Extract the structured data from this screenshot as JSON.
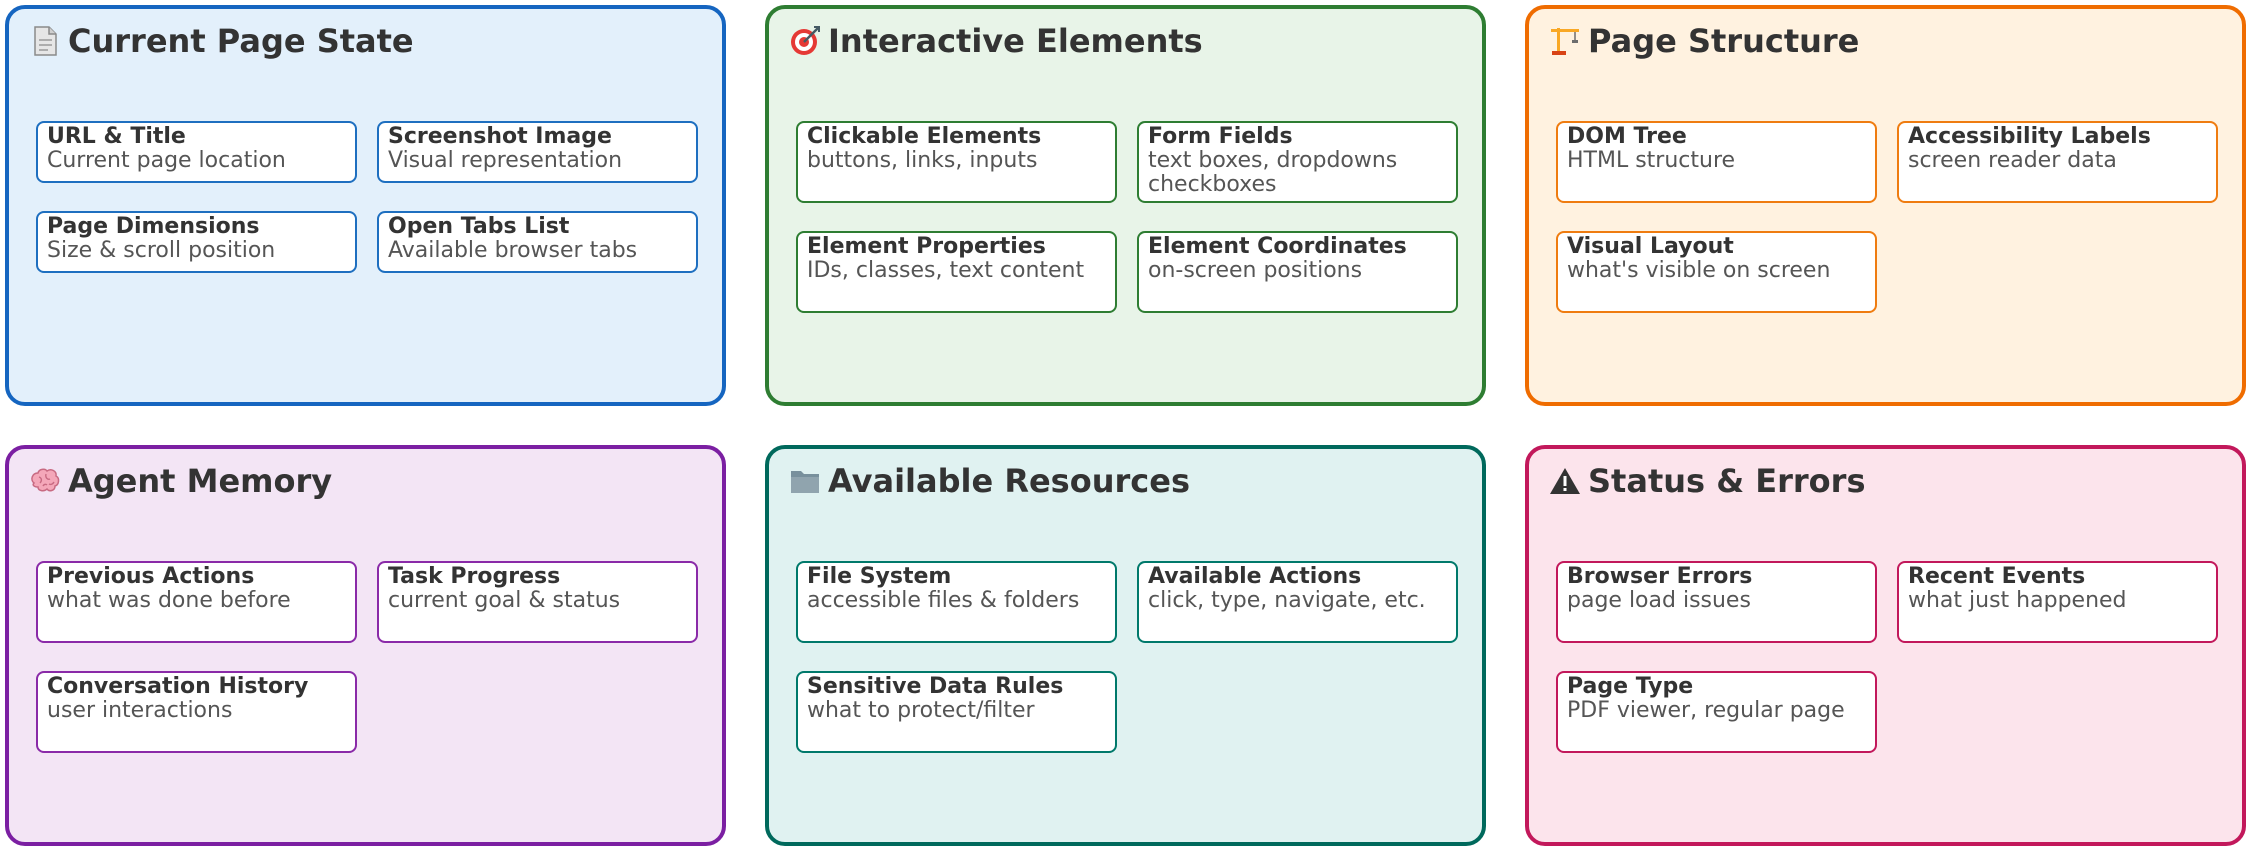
{
  "panels": [
    {
      "title": "Current Page State",
      "icon": "page-icon",
      "border": "#1565c0",
      "bg": "#e3f0fb",
      "card_border": "#1e6fc0",
      "layout": "short",
      "cards": [
        {
          "title": "URL & Title",
          "desc": "Current page location"
        },
        {
          "title": "Screenshot Image",
          "desc": "Visual representation"
        },
        {
          "title": "Page Dimensions",
          "desc": "Size & scroll position"
        },
        {
          "title": "Open Tabs List",
          "desc": "Available browser tabs"
        }
      ]
    },
    {
      "title": "Interactive Elements",
      "icon": "target-icon",
      "border": "#2e7d32",
      "bg": "#e8f4e8",
      "card_border": "#2e7d32",
      "layout": "tall",
      "cards": [
        {
          "title": "Clickable Elements",
          "desc": "buttons, links, inputs"
        },
        {
          "title": "Form Fields",
          "desc": "text boxes, dropdowns checkboxes"
        },
        {
          "title": "Element Properties",
          "desc": "IDs, classes, text content"
        },
        {
          "title": "Element Coordinates",
          "desc": "on-screen positions"
        }
      ]
    },
    {
      "title": "Page Structure",
      "icon": "construction-crane-icon",
      "border": "#ef6c00",
      "bg": "#fff2e0",
      "card_border": "#ef7c10",
      "layout": "tall",
      "cards": [
        {
          "title": "DOM Tree",
          "desc": "HTML structure"
        },
        {
          "title": "Accessibility Labels",
          "desc": "screen reader data"
        },
        {
          "title": "Visual Layout",
          "desc": "what's visible on screen"
        }
      ]
    },
    {
      "title": "Agent Memory",
      "icon": "brain-icon",
      "border": "#7b1fa2",
      "bg": "#f3e5f5",
      "card_border": "#8a2aa8",
      "layout": "tall",
      "cards": [
        {
          "title": "Previous Actions",
          "desc": "what was done before"
        },
        {
          "title": "Task Progress",
          "desc": "current goal & status"
        },
        {
          "title": "Conversation History",
          "desc": "user interactions"
        }
      ]
    },
    {
      "title": "Available Resources",
      "icon": "folder-icon",
      "border": "#00695c",
      "bg": "#e0f2f1",
      "card_border": "#00796b",
      "layout": "tall",
      "cards": [
        {
          "title": "File System",
          "desc": "accessible files & folders"
        },
        {
          "title": "Available Actions",
          "desc": "click, type, navigate, etc."
        },
        {
          "title": "Sensitive Data Rules",
          "desc": "what to protect/filter"
        }
      ]
    },
    {
      "title": "Status & Errors",
      "icon": "warning-icon",
      "border": "#c2185b",
      "bg": "#fce4ec",
      "card_border": "#c2185b",
      "layout": "tall",
      "cards": [
        {
          "title": "Browser Errors",
          "desc": "page load issues"
        },
        {
          "title": "Recent Events",
          "desc": "what just happened"
        },
        {
          "title": "Page Type",
          "desc": "PDF viewer, regular page"
        }
      ]
    }
  ]
}
